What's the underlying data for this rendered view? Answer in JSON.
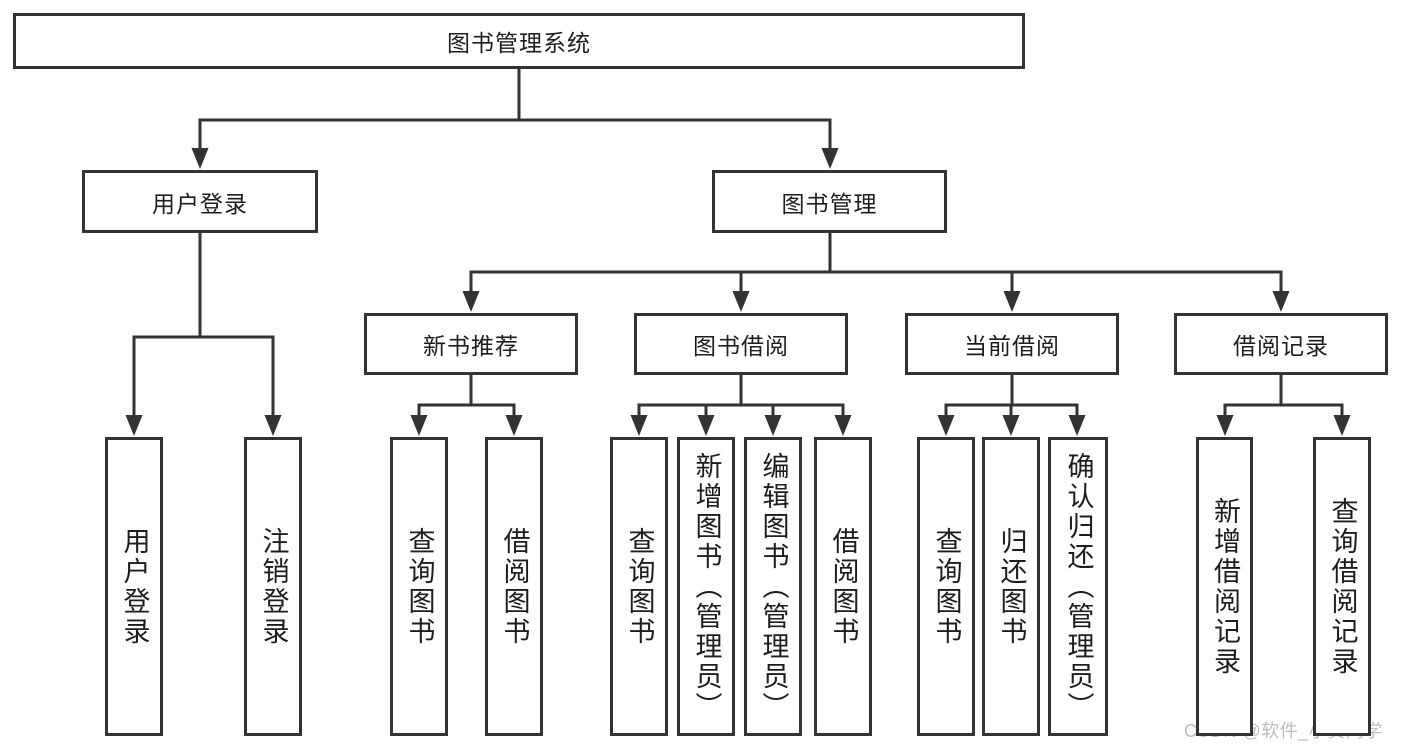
{
  "diagram": {
    "type": "hierarchy",
    "title": "图书管理系统",
    "watermark": "CSDN @软件_小贺同学",
    "colors": {
      "line": "#333333",
      "text": "#1d1d1d",
      "box_background": "#ffffff",
      "page_background": "#ffffff",
      "watermark": "#bdbdbd"
    }
  },
  "nodes": [
    {
      "id": "root",
      "label": "图书管理系统",
      "level": 1
    },
    {
      "id": "user-login",
      "label": "用户登录",
      "level": 2
    },
    {
      "id": "book-mgmt",
      "label": "图书管理",
      "level": 2
    },
    {
      "id": "new-book-rec",
      "label": "新书推荐",
      "level": 3
    },
    {
      "id": "book-borrow",
      "label": "图书借阅",
      "level": 3
    },
    {
      "id": "current-borrow",
      "label": "当前借阅",
      "level": 3
    },
    {
      "id": "borrow-records",
      "label": "借阅记录",
      "level": 3
    },
    {
      "id": "leaf-user-login",
      "label": "用户登录",
      "level": 4
    },
    {
      "id": "leaf-logout",
      "label": "注销登录",
      "level": 4
    },
    {
      "id": "leaf-query-books-1",
      "label": "查询图书",
      "level": 4
    },
    {
      "id": "leaf-borrow-books-1",
      "label": "借阅图书",
      "level": 4
    },
    {
      "id": "leaf-query-books-2",
      "label": "查询图书",
      "level": 4
    },
    {
      "id": "leaf-add-book",
      "label": "新增图书（管理员）",
      "level": 4
    },
    {
      "id": "leaf-edit-book",
      "label": "编辑图书（管理员）",
      "level": 4
    },
    {
      "id": "leaf-borrow-books-2",
      "label": "借阅图书",
      "level": 4
    },
    {
      "id": "leaf-query-books-3",
      "label": "查询图书",
      "level": 4
    },
    {
      "id": "leaf-return-book",
      "label": "归还图书",
      "level": 4
    },
    {
      "id": "leaf-confirm-return",
      "label": "确认归还（管理员）",
      "level": 4
    },
    {
      "id": "leaf-add-borrow-record",
      "label": "新增借阅记录",
      "level": 4
    },
    {
      "id": "leaf-query-borrow-record",
      "label": "查询借阅记录",
      "level": 4
    }
  ],
  "edges": [
    {
      "from": "root",
      "to": [
        "user-login",
        "book-mgmt"
      ]
    },
    {
      "from": "user-login",
      "to": [
        "leaf-user-login",
        "leaf-logout"
      ]
    },
    {
      "from": "book-mgmt",
      "to": [
        "new-book-rec",
        "book-borrow",
        "current-borrow",
        "borrow-records"
      ]
    },
    {
      "from": "new-book-rec",
      "to": [
        "leaf-query-books-1",
        "leaf-borrow-books-1"
      ]
    },
    {
      "from": "book-borrow",
      "to": [
        "leaf-query-books-2",
        "leaf-add-book",
        "leaf-edit-book",
        "leaf-borrow-books-2"
      ]
    },
    {
      "from": "current-borrow",
      "to": [
        "leaf-query-books-3",
        "leaf-return-book",
        "leaf-confirm-return"
      ]
    },
    {
      "from": "borrow-records",
      "to": [
        "leaf-add-borrow-record",
        "leaf-query-borrow-record"
      ]
    }
  ]
}
